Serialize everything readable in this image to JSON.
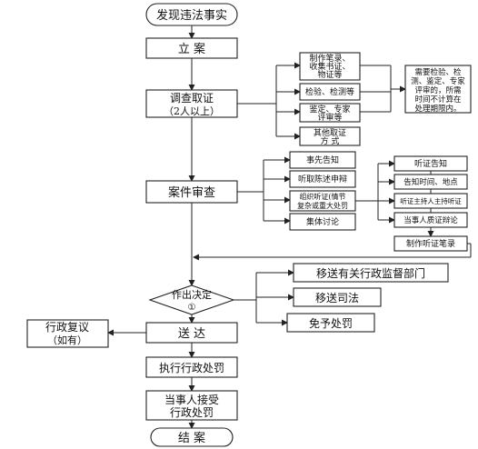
{
  "nodes": {
    "start": "发现违法事实",
    "register": "立  案",
    "investigate": [
      "调查取证",
      "（2人以上）"
    ],
    "record": [
      "制作笔录、",
      "收集书证、",
      "物证等"
    ],
    "inspect": "检验、检测等",
    "appraise": [
      "鉴定、专家",
      "评审等"
    ],
    "other": [
      "其他取证",
      "方  式"
    ],
    "time_note": [
      "需要检验、检",
      "测、鉴定、专家",
      "评审的，所需",
      "时间不计算在",
      "处理期限内。"
    ],
    "review": "案件审查",
    "notice": "事先告知",
    "statement": "听取陈述申辩",
    "hearing_org": [
      "组织听证(情节",
      "复杂或重大处罚"
    ],
    "group": "集体讨论",
    "hr_notice": "听证告知",
    "hr_time": "告知时间、地点",
    "hr_host": "听证主持人主持听证",
    "hr_debate": "当事人质证辩论",
    "hr_record": "制作听证笔录",
    "decide": [
      "作出决定",
      "①"
    ],
    "transfer_admin": "移送有关行政监督部门",
    "transfer_judicial": "移送司法",
    "exempt": "免予处罚",
    "reconsider": [
      "行政复议",
      "（如有）"
    ],
    "deliver": "送  达",
    "execute": "执行行政处罚",
    "accept": [
      "当事人接受",
      "行政处罚"
    ],
    "end": "结  案"
  }
}
